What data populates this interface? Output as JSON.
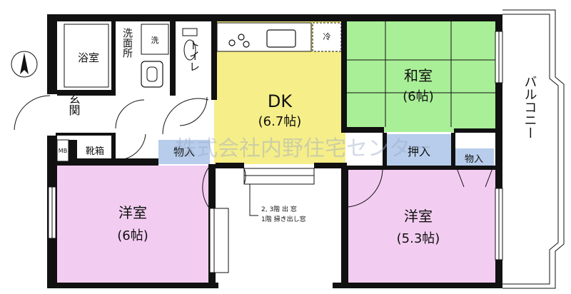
{
  "colors": {
    "bath": "#ffffff",
    "dk": "#f6ee88",
    "washitsu": "#a9ef97",
    "youshitsu": "#f3cdf1",
    "storage": "#b8cdeb",
    "wall": "#111111",
    "watermark": "#9aa8c8"
  },
  "rooms": {
    "bath": "浴室",
    "washroom": "洗面所",
    "washer": "洗",
    "toilet": "トイレ",
    "fridge": "冷",
    "dk_name": "DK",
    "dk_size": "(6.7帖)",
    "washitsu_name": "和室",
    "washitsu_size": "(6帖)",
    "entrance": "玄関",
    "mb": "MB",
    "shoe_box": "靴箱",
    "storage_left": "物入",
    "closet": "押入",
    "storage_right": "物入",
    "balcony": "バルコニー",
    "west_room_name": "洋室",
    "west_room_size": "(6帖)",
    "east_room_name": "洋室",
    "east_room_size": "(5.3帖)"
  },
  "notes": {
    "window_line1": "2, 3階 出 窓",
    "window_line2": "1階 掃き出し窓"
  },
  "watermark": "株式会社内野住宅センター",
  "icons": {
    "north": "north-arrow-icon",
    "stove": "gas-stove-icon",
    "sink": "kitchen-sink-icon",
    "basin": "washbasin-icon",
    "toilet": "toilet-icon"
  }
}
